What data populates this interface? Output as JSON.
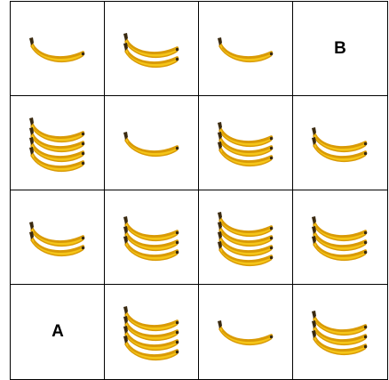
{
  "board": {
    "rows": [
      [
        {
          "bananas": 1
        },
        {
          "bananas": 2
        },
        {
          "bananas": 1
        },
        {
          "label": "B"
        }
      ],
      [
        {
          "bananas": 4
        },
        {
          "bananas": 1
        },
        {
          "bananas": 3
        },
        {
          "bananas": 2
        }
      ],
      [
        {
          "bananas": 2
        },
        {
          "bananas": 3
        },
        {
          "bananas": 4
        },
        {
          "bananas": 3
        }
      ],
      [
        {
          "label": "A"
        },
        {
          "bananas": 4
        },
        {
          "bananas": 1
        },
        {
          "bananas": 3
        }
      ]
    ]
  },
  "icons": {
    "banana": "banana-icon"
  },
  "colors": {
    "banana_body": "#f5c518",
    "banana_shade": "#d99a06",
    "banana_tip": "#3a2a10",
    "grid_line": "#000000"
  }
}
